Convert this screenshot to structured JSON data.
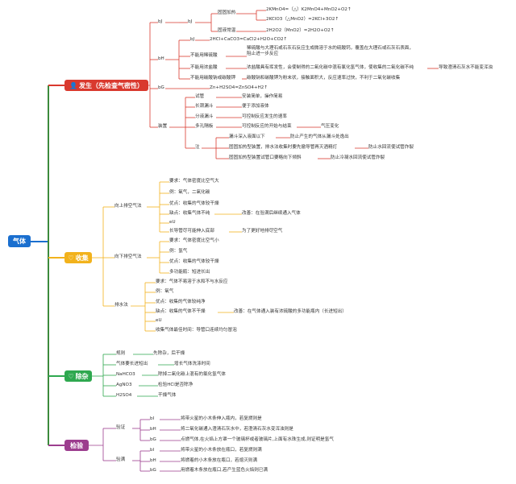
{
  "root": "气体",
  "colors": {
    "root": "#1a6fcf",
    "b1": "#d9392e",
    "b2": "#f2b21c",
    "b3": "#2ea84f",
    "b4": "#9c3d8e"
  },
  "branches": {
    "b1": {
      "icon": "person-icon",
      "label": "发生（先检查气密性）"
    },
    "b2": {
      "icon": "heart-icon",
      "label": "收集"
    },
    "b3": {
      "icon": "heart-icon",
      "label": "除杂"
    },
    "b4": {
      "label": "检验"
    }
  },
  "n": {
    "a1": "固固加热",
    "a1a": "2KMnO4=（△）K2MnO4+MnO2+O2↑",
    "a1b": "2KClO3（△MnO2）=2KCl+3O2↑",
    "a2": "固液常温",
    "a2a": "2H2O2（MnO2）=2H2O+O2↑",
    "b1a": "bJ",
    "b1b": "bJ",
    "c1": "2HCl+CaCO3=CaCl2+H2O+CO2↑",
    "c2": "不能用稀硫酸",
    "c2a": "稀硫酸与大理石或石灰石反应生成微溶于水的硫酸钙，覆盖在大理石或石灰石表面，阻止进一步反应",
    "c3": "不能用浓盐酸",
    "c3a": "浓盐酸具有挥发性，会使制得的二氧化碳中混有氯化氢气体，使收集的二氧化碳不纯",
    "c3b": "导致澄清石灰水不能变浑浊",
    "c4": "不能用碳酸钠或碳酸钾",
    "c4a": "碳酸钠和碳酸钾为粉末状，接触面积大，反应速率过快，不利于二氧化碳收集",
    "bH": "bH",
    "bG": "bG",
    "bJ2": "bJ",
    "d1": "Zn+H2SO4=ZnSO4+H2↑",
    "e0": "装置",
    "e1": "试管",
    "e1a": "安装简单，操作简易",
    "e2": "长颈漏斗",
    "e2a": "便于添加液体",
    "e3": "分液漏斗",
    "e3a": "可控制反应发生的速率",
    "e4": "多孔隔板",
    "e4a": "可控制反应的开始与结束",
    "e4b": "气压变化",
    "e5": "注",
    "e5a": "漏斗深入液面以下",
    "e5a1": "防止产生的气体从漏斗处逸出",
    "e5b": "固固加热型装置，排水法收集时要先撤导管再灭酒精灯",
    "e5b1": "防止水回流使试管炸裂",
    "e5c": "固固加热型装置试管口要略向下倾斜",
    "e5c1": "防止冷凝水回流使试管炸裂",
    "f0": "向上排空气法",
    "f1": "要求：气体密度比空气大",
    "f2": "例：氧气，二氧化碳",
    "f3": "优点：收集的气体较干燥",
    "f4": "缺点：收集气体不纯",
    "f4a": "改善：在验满后继续通入气体",
    "f5": "eU",
    "f6": "长导管尽可能伸入底部",
    "f6a": "为了更好地排尽空气",
    "g0": "向下排空气法",
    "g1": "要求：气体密度比空气小",
    "g2": "例：氢气",
    "g3": "优点：收集的气体较干燥",
    "g4": "多功能瓶：短进长出",
    "h0": "排水法",
    "h1": "要求：气体不易溶于水和不与水反应",
    "h2": "例：氧气",
    "h3": "优点：收集的气体较纯净",
    "h4": "缺点：收集的气体不干燥",
    "h4a": "改善：在气体通入装有浓硫酸的多功能瓶内（长进短出）",
    "h5": "eU",
    "h6": "收集气体最佳时间：导管口连续均匀冒泡",
    "i1": "规则",
    "i1a": "先除杂，后干燥",
    "i2": "气体要长进短出",
    "i2a": "增长气体洗涤时间",
    "i3": "NaHCO3",
    "i3a": "除掉二氧化碳上混有的氯化氢气体",
    "i4": "AgNO3",
    "i4a": "检验HCl是否除净",
    "i5": "H2SO4",
    "i5a": "干燥气体",
    "j0": "验证",
    "j1": "bI",
    "j1a": "将带火星的小木条伸入瓶内，若复燃则是",
    "j2": "bH",
    "j2a": "将二氧化碳通入澄清石灰水中，若澄清石灰水变浑浊则是",
    "j3": "bG",
    "j3a": "点燃气体,在火焰上方罩一个玻璃杯或者玻璃片,上面有水珠生成,则证明是氢气",
    "k0": "验满",
    "k1": "bI",
    "k1a": "将带火星的小木条放在瓶口，若复燃则满",
    "k2": "bH",
    "k2a": "将燃着的小木条放在瓶口，若熄灭则满",
    "k3": "bG",
    "k3a": "用燃着木条放在瓶口,若产生蓝色火焰则已满"
  }
}
